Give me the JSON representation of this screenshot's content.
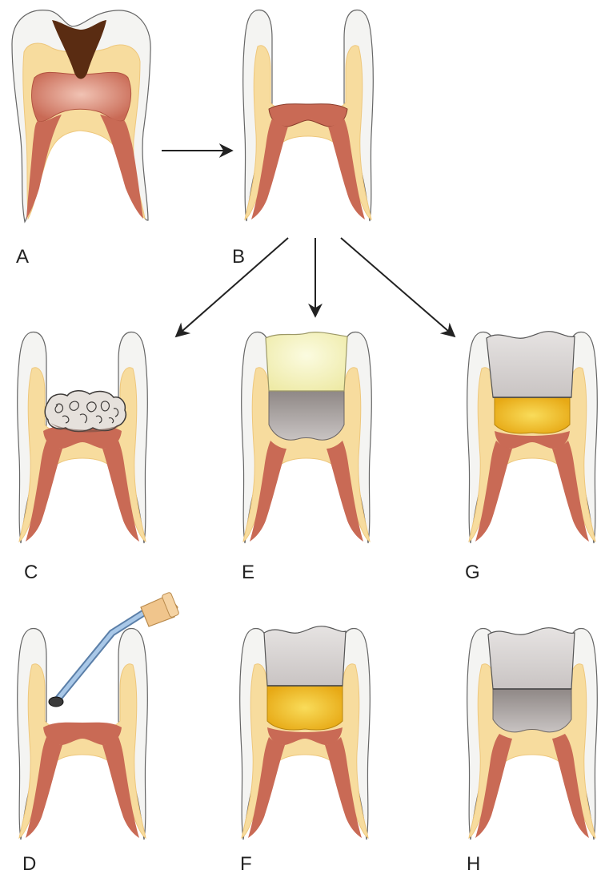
{
  "panels": [
    {
      "label": "A",
      "state": "carious-tooth"
    },
    {
      "label": "B",
      "state": "pulpotomy-access"
    },
    {
      "label": "C",
      "state": "hemostasis-cotton-pellet"
    },
    {
      "label": "D",
      "state": "irrigation-with-syringe"
    },
    {
      "label": "E",
      "state": "temporary-restoration-over-base"
    },
    {
      "label": "F",
      "state": "crown-over-yellow-pulp-dressing"
    },
    {
      "label": "G",
      "state": "crown-over-yellow-pulp-dressing"
    },
    {
      "label": "H",
      "state": "crown-over-base"
    }
  ],
  "colors": {
    "enamel": "#f4f4f2",
    "dentin": "#f7dc9e",
    "dentin_edge": "#eec77c",
    "pulp": "#c96a55",
    "pulp_light": "#ecb3a3",
    "decay": "#5a2c12",
    "crown_metal": "#d7d3d2",
    "base_gray": "#a9a2a0",
    "temp_filling": "#f5f3c4",
    "pulp_dressing": "#f2c12d",
    "syringe": "#8fb5dc",
    "outline": "#555555",
    "arrow": "#222222"
  }
}
